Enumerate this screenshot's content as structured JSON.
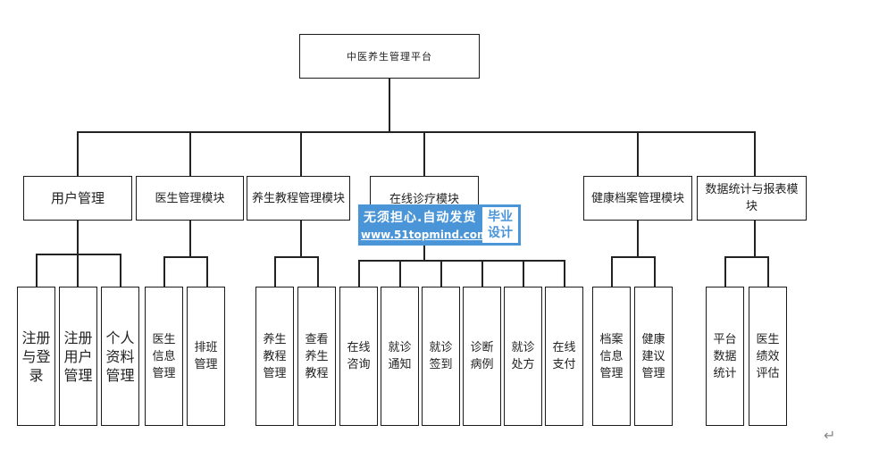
{
  "diagram": {
    "root": "中医养生管理平台",
    "modules": [
      {
        "label": "用户管理",
        "children": [
          "注册与登录",
          "注册用户管理",
          "个人资料管理"
        ]
      },
      {
        "label": "医生管理模块",
        "children": [
          "医生信息管理",
          "排班管理"
        ]
      },
      {
        "label": "养生教程管理模块",
        "children": [
          "养生教程管理",
          "查看养生教程"
        ]
      },
      {
        "label": "在线诊疗模块",
        "children": [
          "在线咨询",
          "就诊通知",
          "就诊签到",
          "诊断病例",
          "就诊处方",
          "在线支付"
        ]
      },
      {
        "label": "健康档案管理模块",
        "children": [
          "档案信息管理",
          "健康建议管理"
        ]
      },
      {
        "label": "数据统计与报表模块",
        "children": [
          "平台数据统计",
          "医生绩效评估"
        ]
      }
    ]
  },
  "watermark": {
    "line1": "无须担心.自动发货",
    "line2": "www.51topmind.com",
    "badge_top": "毕业",
    "badge_bottom": "设计"
  },
  "paragraph_mark": "↵"
}
